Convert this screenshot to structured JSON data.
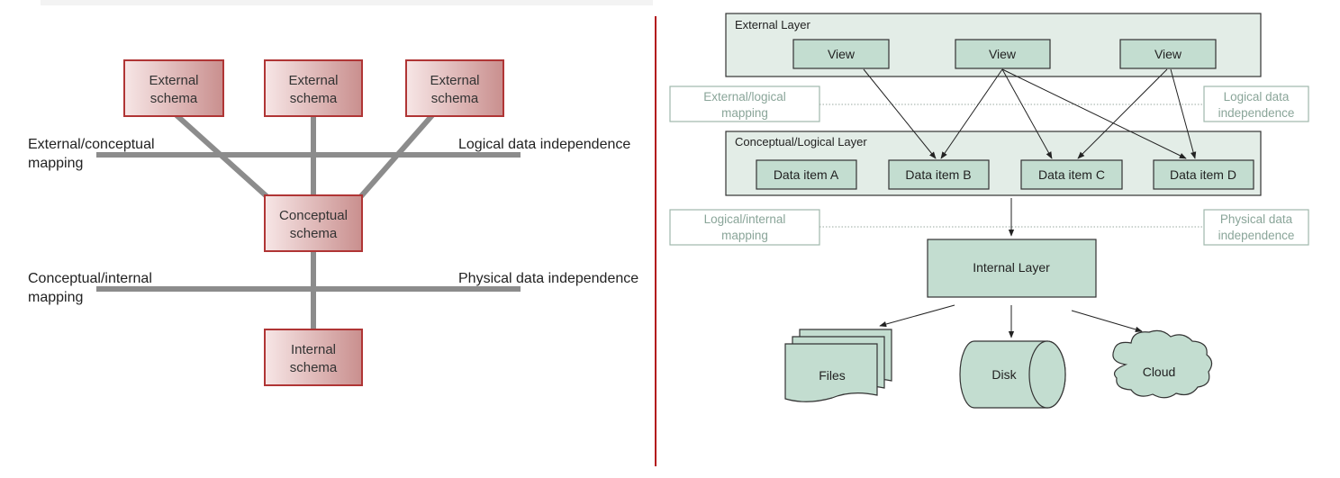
{
  "left": {
    "external_schemas": [
      {
        "line1": "External",
        "line2": "schema"
      },
      {
        "line1": "External",
        "line2": "schema"
      },
      {
        "line1": "External",
        "line2": "schema"
      }
    ],
    "conceptual_schema": {
      "line1": "Conceptual",
      "line2": "schema"
    },
    "internal_schema": {
      "line1": "Internal",
      "line2": "schema"
    },
    "ext_conc_mapping": {
      "line1": "External/conceptual",
      "line2": "mapping"
    },
    "logical_independence": "Logical data independence",
    "conc_int_mapping": {
      "line1": "Conceptual/internal",
      "line2": "mapping"
    },
    "physical_independence": "Physical data independence"
  },
  "right": {
    "external_layer": {
      "title": "External Layer",
      "views": [
        "View",
        "View",
        "View"
      ]
    },
    "ext_logical_mapping": {
      "line1": "External/logical",
      "line2": "mapping"
    },
    "logical_independence": {
      "line1": "Logical data",
      "line2": "independence"
    },
    "conceptual_layer": {
      "title": "Conceptual/Logical Layer",
      "items": [
        "Data item A",
        "Data item B",
        "Data item C",
        "Data item D"
      ]
    },
    "logical_internal_mapping": {
      "line1": "Logical/internal",
      "line2": "mapping"
    },
    "physical_independence": {
      "line1": "Physical data",
      "line2": "independence"
    },
    "internal_layer": "Internal Layer",
    "storage": {
      "files": "Files",
      "disk": "Disk",
      "cloud": "Cloud"
    }
  },
  "colors": {
    "schema_fill_light": "#f6e3e3",
    "schema_fill_dark": "#c9908f",
    "schema_border": "#b03535",
    "connector_gray": "#8c8c8c",
    "layer_fill": "#e3ede7",
    "box_fill": "#c3ddd0",
    "box_border": "#333333",
    "mapping_text": "#8aa599",
    "divider_red": "#b3141a"
  }
}
